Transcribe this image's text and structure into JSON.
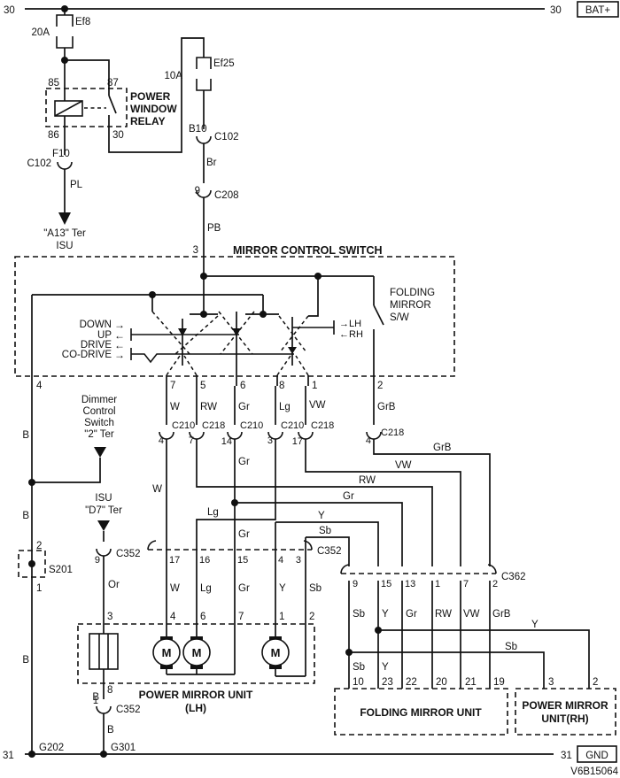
{
  "labels": {
    "t30l": "30",
    "t30r": "30",
    "t31l": "31",
    "t31r": "31",
    "bat": "BAT+",
    "gnd": "GND",
    "doc": "V6B15064",
    "ef8": "Ef8",
    "ef8a": "20A",
    "ef25": "Ef25",
    "ef25a": "10A",
    "r85": "85",
    "r87": "87",
    "r86": "86",
    "r30": "30",
    "relay1": "POWER",
    "relay2": "WINDOW",
    "relay3": "RELAY",
    "f10": "F10",
    "c102": "C102",
    "pl": "PL",
    "a13": "\"A13\" Ter",
    "isu": "ISU",
    "b10": "B10",
    "br": "Br",
    "c208": "C208",
    "pb": "PB",
    "title": "MIRROR CONTROL SWITCH",
    "fold1": "FOLDING",
    "fold2": "MIRROR",
    "fold3": "S/W",
    "down": "DOWN",
    "up": "UP",
    "drive": "DRIVE",
    "codrive": "CO-DRIVE",
    "arr_r": "→",
    "arr_l": "←",
    "lh": "→LH",
    "rh": "←RH",
    "dim1": "Dimmer",
    "dim2": "Control",
    "dim3": "Switch",
    "dim4": "\"2\" Ter",
    "isu2": "ISU",
    "d7": "\"D7\" Ter",
    "s201": "S201",
    "n1": "1",
    "n2": "2",
    "n3": "3",
    "n4": "4",
    "n5": "5",
    "n6": "6",
    "n7": "7",
    "n8": "8",
    "n9": "9",
    "n10": "10",
    "n13": "13",
    "n14": "14",
    "n15": "15",
    "n16": "16",
    "n17": "17",
    "n19": "19",
    "n20": "20",
    "n21": "21",
    "n22": "22",
    "n23": "23",
    "b": "B",
    "w": "W",
    "rw": "RW",
    "gr": "Gr",
    "lg": "Lg",
    "vw": "VW",
    "grb": "GrB",
    "y": "Y",
    "sb": "Sb",
    "or": "Or",
    "c210": "C210",
    "c218": "C218",
    "c352": "C352",
    "c362": "C362",
    "m": "M",
    "pmu": "POWER MIRROR UNIT",
    "lh_unit": "(LH)",
    "fmu": "FOLDING MIRROR UNIT",
    "pmr1": "POWER MIRROR",
    "pmr2": "UNIT(RH)",
    "g202": "G202",
    "g301": "G301"
  }
}
